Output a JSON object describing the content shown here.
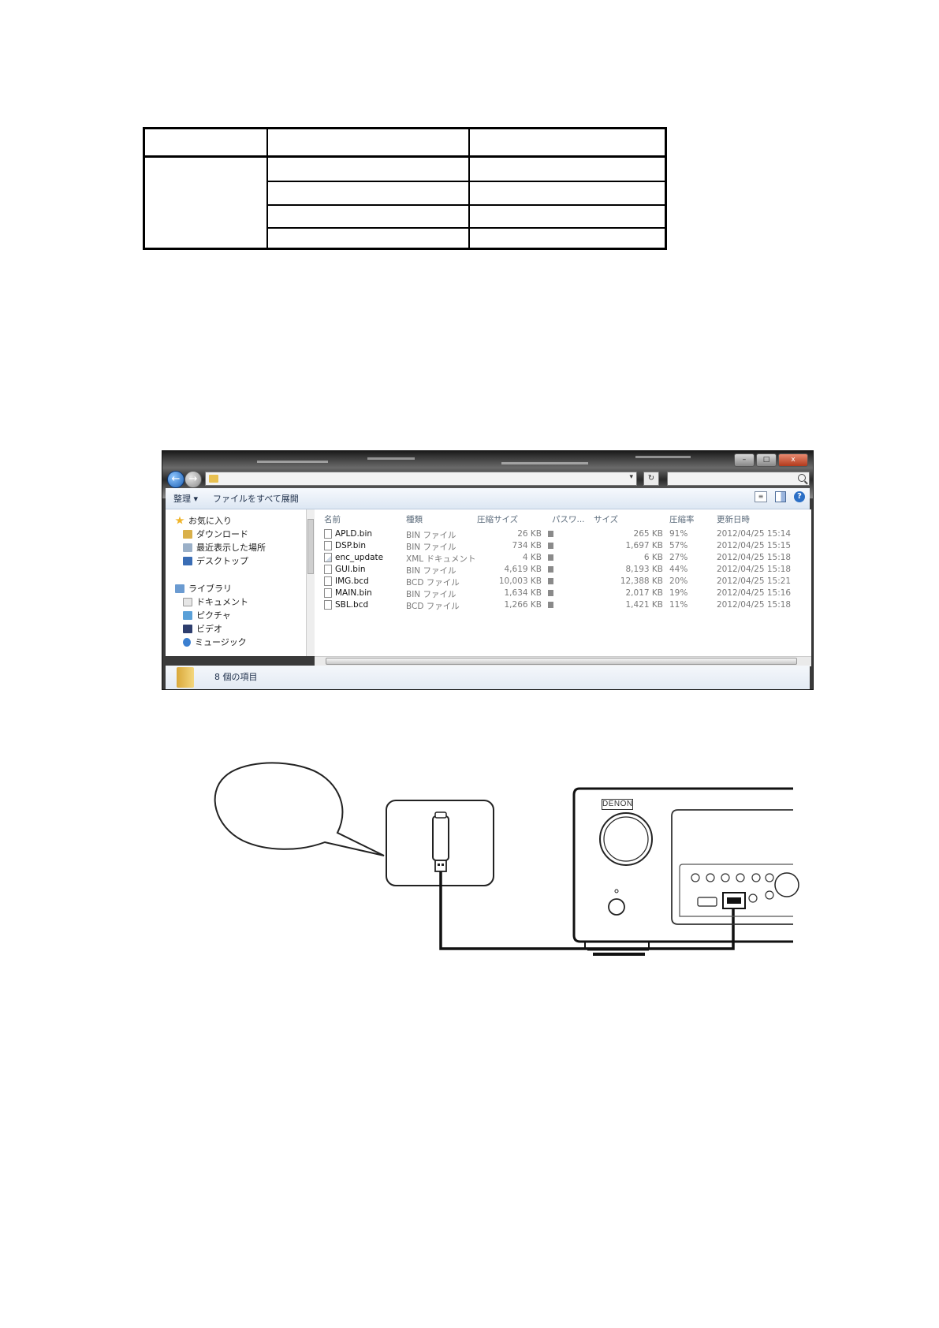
{
  "explorer": {
    "toolbar": {
      "organize_label": "整理 ▾",
      "extract_label": "ファイルをすべて展開"
    },
    "window_controls": [
      "–",
      "□",
      "x"
    ],
    "nav_pane": {
      "favorites": "お気に入り",
      "favorites_items": [
        "ダウンロード",
        "最近表示した場所",
        "デスクトップ"
      ],
      "libraries": "ライブラリ",
      "libraries_items": [
        "ドキュメント",
        "ピクチャ",
        "ビデオ",
        "ミュージック"
      ]
    },
    "columns": [
      "名前",
      "種類",
      "圧縮サイズ",
      "パスワ...",
      "サイズ",
      "圧縮率",
      "更新日時"
    ],
    "files": [
      {
        "name": "APLD.bin",
        "type": "BIN ファイル",
        "compressed": "26 KB",
        "size": "265 KB",
        "ratio": "91%",
        "date": "2012/04/25 15:14"
      },
      {
        "name": "DSP.bin",
        "type": "BIN ファイル",
        "compressed": "734 KB",
        "size": "1,697 KB",
        "ratio": "57%",
        "date": "2012/04/25 15:15"
      },
      {
        "name": "enc_update",
        "type": "XML ドキュメント",
        "compressed": "4 KB",
        "size": "6 KB",
        "ratio": "27%",
        "date": "2012/04/25 15:18"
      },
      {
        "name": "GUI.bin",
        "type": "BIN ファイル",
        "compressed": "4,619 KB",
        "size": "8,193 KB",
        "ratio": "44%",
        "date": "2012/04/25 15:18"
      },
      {
        "name": "IMG.bcd",
        "type": "BCD ファイル",
        "compressed": "10,003 KB",
        "size": "12,388 KB",
        "ratio": "20%",
        "date": "2012/04/25 15:21"
      },
      {
        "name": "MAIN.bin",
        "type": "BIN ファイル",
        "compressed": "1,634 KB",
        "size": "2,017 KB",
        "ratio": "19%",
        "date": "2012/04/25 15:16"
      },
      {
        "name": "SBL.bcd",
        "type": "BCD ファイル",
        "compressed": "1,266 KB",
        "size": "1,421 KB",
        "ratio": "11%",
        "date": "2012/04/25 15:18"
      }
    ],
    "status": "8 個の項目"
  },
  "diagram": {
    "brand": "DENON"
  }
}
